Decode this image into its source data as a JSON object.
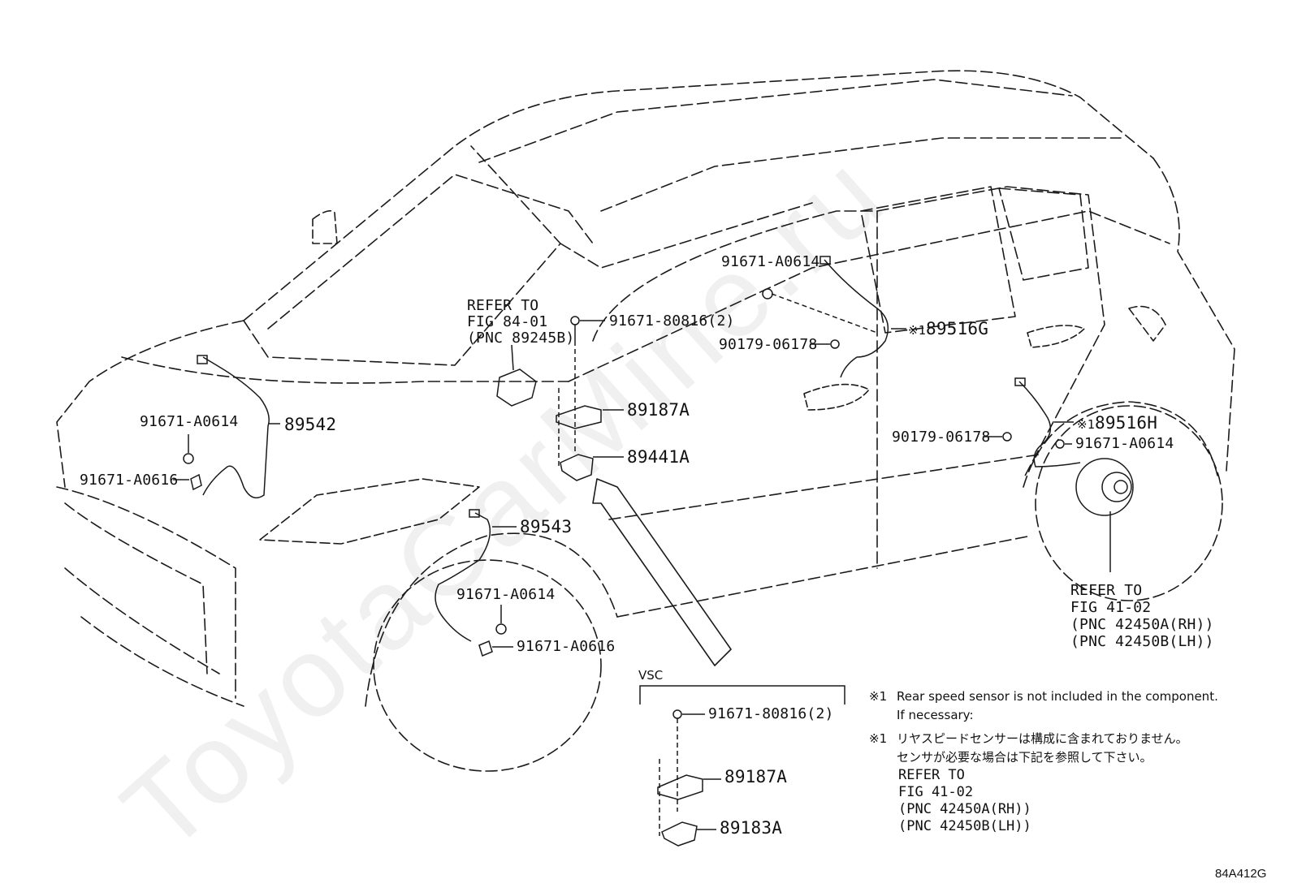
{
  "watermark": "ToyotaCarMine.ru",
  "figure_id": "84A412G",
  "labels": {
    "refer_top_1": "REFER TO",
    "refer_top_2": "FIG 84-01",
    "refer_top_3": "(PNC 89245B)",
    "p_91671_80816_a": "91671-80816(2)",
    "p_91671_a0614_top": "91671-A0614",
    "p_89516g": "89516G",
    "p_90179_06178_top": "90179-06178",
    "p_89187a_main": "89187A",
    "p_89441a": "89441A",
    "p_91671_a0614_left": "91671-A0614",
    "p_89542": "89542",
    "p_91671_a0616_left": "91671-A0616",
    "p_89543": "89543",
    "p_91671_a0614_front": "91671-A0614",
    "p_91671_a0616_front": "91671-A0616",
    "p_90179_06178_right": "90179-06178",
    "p_89516h": "89516H",
    "p_91671_a0614_right": "91671-A0614",
    "refer_right_1": "REFER TO",
    "refer_right_2": "FIG 41-02",
    "refer_right_3": "(PNC 42450A(RH))",
    "refer_right_4": "(PNC 42450B(LH))",
    "vsc": "VSC",
    "p_91671_80816_b": "91671-80816(2)",
    "p_89187a_vsc": "89187A",
    "p_89183a": "89183A",
    "note_mark": "※1",
    "note_mark_small": "※1"
  },
  "notes": {
    "en_line1": "Rear speed sensor is not included in the component.",
    "en_line2": "If necessary:",
    "jp_line1": "リヤスピードセンサーは構成に含まれておりません。",
    "jp_line2": "センサが必要な場合は下記を参照して下さい。",
    "ref_1": "REFER TO",
    "ref_2": "FIG 41-02",
    "ref_3": "(PNC 42450A(RH))",
    "ref_4": "(PNC 42450B(LH))"
  }
}
